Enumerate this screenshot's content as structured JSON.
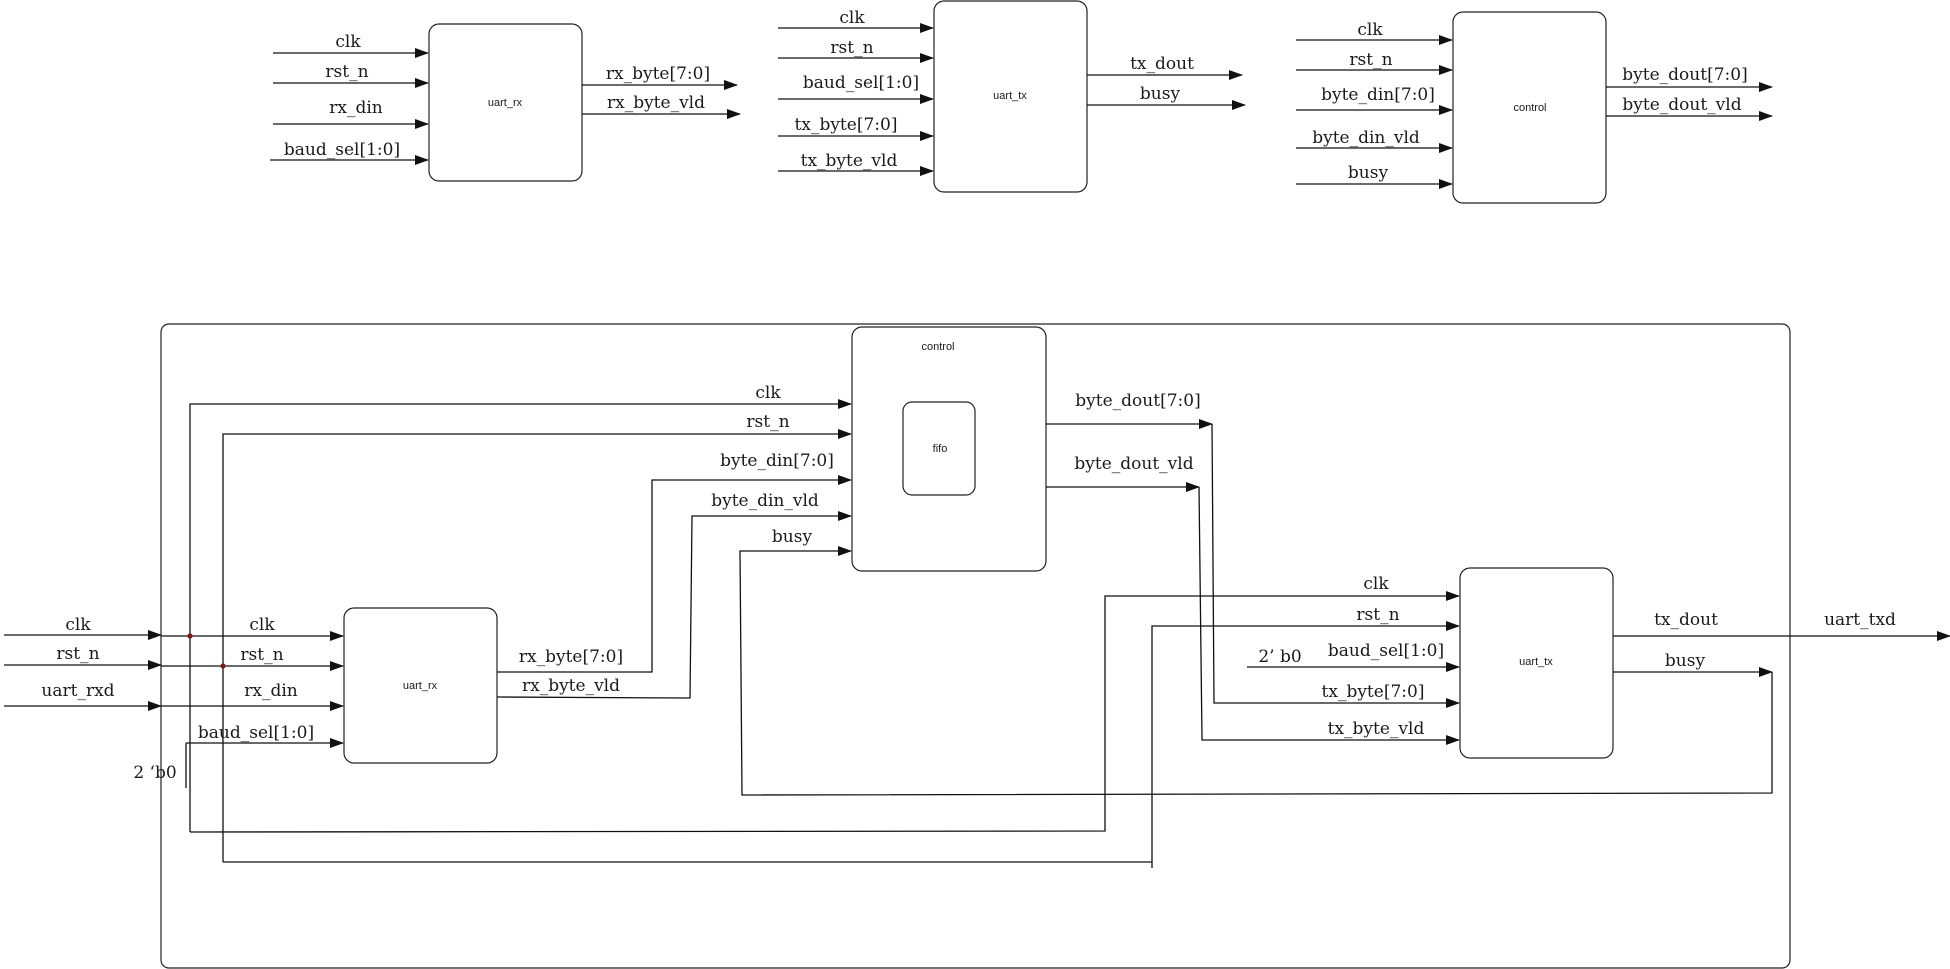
{
  "top": {
    "uart_rx": {
      "name": "uart_rx",
      "inputs": [
        "clk",
        "rst_n",
        "rx_din",
        "baud_sel[1:0]"
      ],
      "outputs": [
        "rx_byte[7:0]",
        "rx_byte_vld"
      ]
    },
    "uart_tx": {
      "name": "uart_tx",
      "inputs": [
        "clk",
        "rst_n",
        "baud_sel[1:0]",
        "tx_byte[7:0]",
        "tx_byte_vld"
      ],
      "outputs": [
        "tx_dout",
        "busy"
      ]
    },
    "control": {
      "name": "control",
      "inputs": [
        "clk",
        "rst_n",
        "byte_din[7:0]",
        "byte_din_vld",
        "busy"
      ],
      "outputs": [
        "byte_dout[7:0]",
        "byte_dout_vld"
      ]
    }
  },
  "bottom": {
    "inputs": [
      "clk",
      "rst_n",
      "uart_rxd"
    ],
    "const_rx": "2 ‘b0",
    "uart_rx": {
      "name": "uart_rx",
      "inputs": [
        "clk",
        "rst_n",
        "rx_din",
        "baud_sel[1:0]"
      ],
      "outputs": [
        "rx_byte[7:0]",
        "rx_byte_vld"
      ]
    },
    "control": {
      "name": "control",
      "inner": "fifo",
      "inputs": [
        "clk",
        "rst_n",
        "byte_din[7:0]",
        "byte_din_vld",
        "busy"
      ],
      "outputs": [
        "byte_dout[7:0]",
        "byte_dout_vld"
      ]
    },
    "uart_tx": {
      "name": "uart_tx",
      "const": "2’ b0",
      "inputs": [
        "clk",
        "rst_n",
        "baud_sel[1:0]",
        "tx_byte[7:0]",
        "tx_byte_vld"
      ],
      "outputs": [
        "tx_dout",
        "busy"
      ]
    },
    "output": "uart_txd"
  }
}
